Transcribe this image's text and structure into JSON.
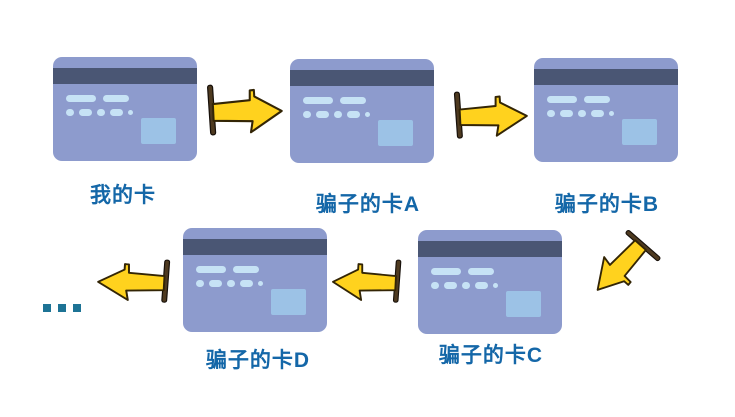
{
  "colors": {
    "background": "#ffffff",
    "card_body": "#8d9bcd",
    "card_stripe": "#4a5674",
    "card_detail": "#c6e2f5",
    "card_signature_box": "#9cc2e6",
    "arrow_fill": "#ffd21e",
    "arrow_outline": "#332505",
    "arrow_bar": "#4e3a20",
    "label_text": "#1467a8",
    "ellipsis": "#1d7395"
  },
  "diagram": {
    "cards": [
      {
        "id": "my-card",
        "label": "我的卡"
      },
      {
        "id": "scammer-card-a",
        "label": "骗子的卡A"
      },
      {
        "id": "scammer-card-b",
        "label": "骗子的卡B"
      },
      {
        "id": "scammer-card-c",
        "label": "骗子的卡C"
      },
      {
        "id": "scammer-card-d",
        "label": "骗子的卡D"
      }
    ],
    "ellipsis": "...",
    "arrows": [
      {
        "from": "my-card",
        "to": "scammer-card-a",
        "direction": "right"
      },
      {
        "from": "scammer-card-a",
        "to": "scammer-card-b",
        "direction": "right"
      },
      {
        "from": "scammer-card-b",
        "to": "scammer-card-c",
        "direction": "down-left"
      },
      {
        "from": "scammer-card-c",
        "to": "scammer-card-d",
        "direction": "left"
      },
      {
        "from": "scammer-card-d",
        "to": "ellipsis",
        "direction": "left"
      }
    ]
  }
}
